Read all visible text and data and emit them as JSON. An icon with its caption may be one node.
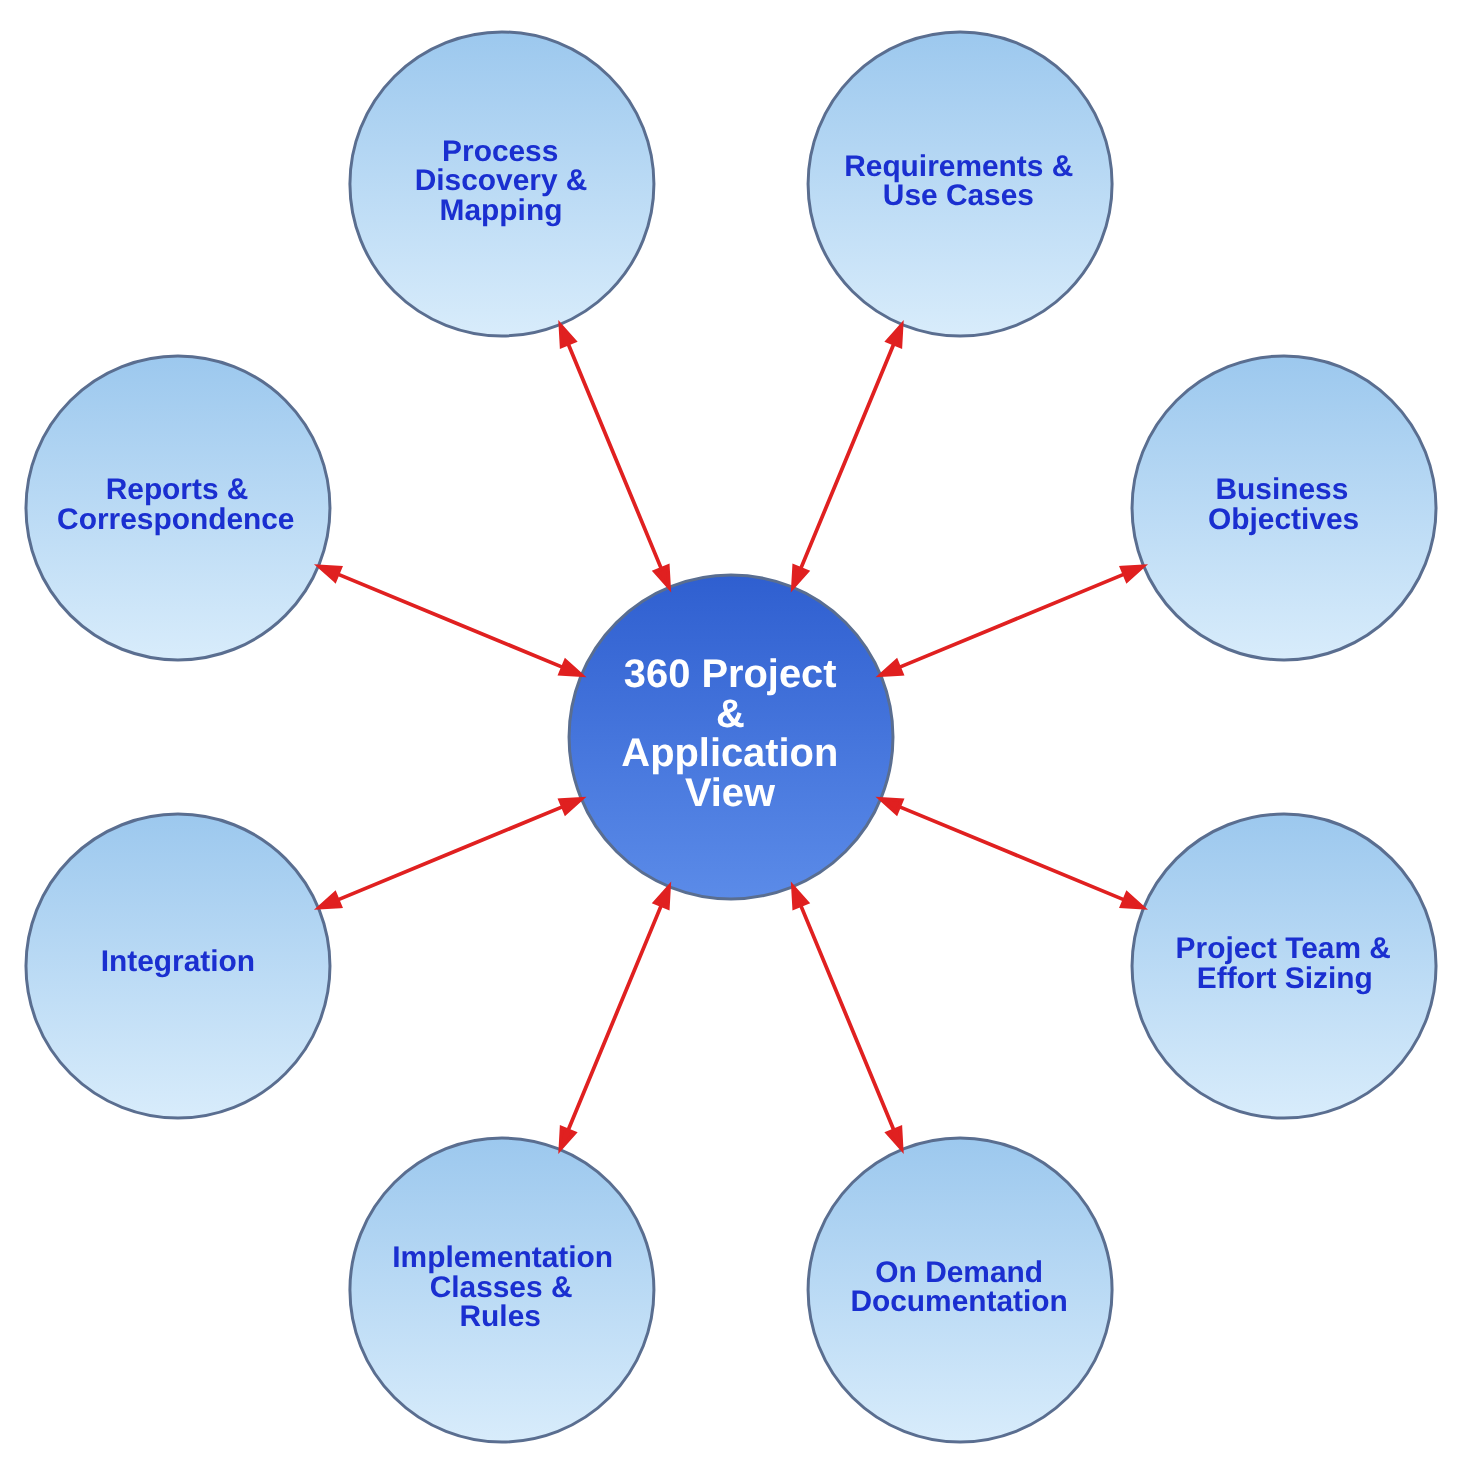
{
  "diagram": {
    "nodes": [
      {
        "text": [
          "360 Project & Application View"
        ]
      },
      {
        "text": [
          "Business Objectives"
        ]
      },
      {
        "text": [
          "Requirements & Use Cases"
        ]
      },
      {
        "text": [
          "Process Discovery & Mapping"
        ]
      },
      {
        "text": [
          "Reports & Correspondence"
        ]
      },
      {
        "text": [
          "Integration"
        ]
      },
      {
        "text": [
          "Implementation Classes & Rules"
        ]
      },
      {
        "text": [
          "On Demand Documentation"
        ]
      },
      {
        "text": [
          "Project Team & Effort Sizing"
        ]
      }
    ],
    "edges": [
      {
        "from": 0,
        "to": 1,
        "arrow": "both"
      },
      {
        "from": 0,
        "to": 2,
        "arrow": "both"
      },
      {
        "from": 0,
        "to": 3,
        "arrow": "both"
      },
      {
        "from": 0,
        "to": 4,
        "arrow": "both"
      },
      {
        "from": 0,
        "to": 5,
        "arrow": "both"
      },
      {
        "from": 0,
        "to": 6,
        "arrow": "both"
      },
      {
        "from": 0,
        "to": 7,
        "arrow": "both"
      },
      {
        "from": 0,
        "to": 8,
        "arrow": "both"
      }
    ]
  }
}
